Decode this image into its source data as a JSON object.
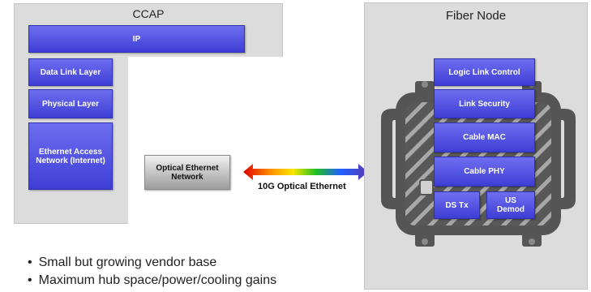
{
  "ccap": {
    "title": "CCAP",
    "ip": "IP",
    "data_link_layer": "Data Link Layer",
    "physical_layer": "Physical Layer",
    "ethernet_access": "Ethernet Access Network (Internet)",
    "optical_network": "Optical Ethernet Network"
  },
  "link": {
    "label": "10G Optical Ethernet"
  },
  "fiber_node": {
    "title": "Fiber Node",
    "logic_link_control": "Logic Link Control",
    "link_security": "Link Security",
    "cable_mac": "Cable MAC",
    "cable_phy": "Cable PHY",
    "ds_tx": "DS Tx",
    "us_demod": "US Demod"
  },
  "bullets": [
    "Small but growing vendor base",
    "Maximum hub space/power/cooling gains"
  ],
  "colors": {
    "panel_bg": "#dcdcdc",
    "block_blue": "#4a4ae0",
    "block_gray": "#b4b4b4",
    "node_housing": "#555555"
  }
}
